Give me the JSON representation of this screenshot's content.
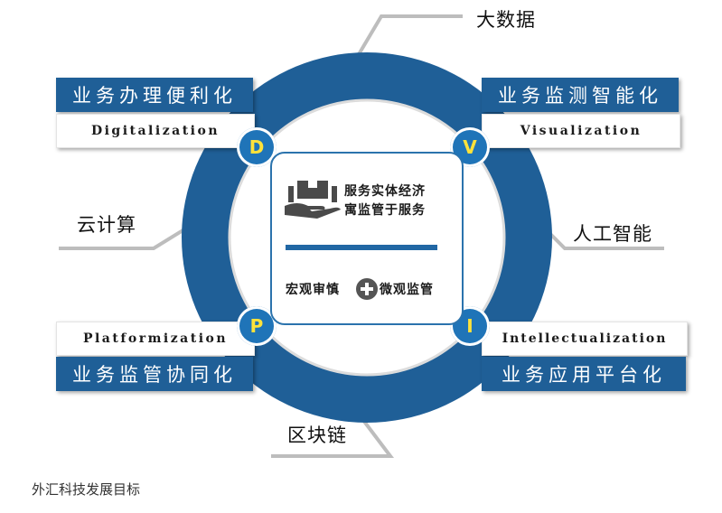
{
  "center": {
    "line1": "服务实体经济",
    "line2": "寓监管于服务",
    "macro": "宏观审慎",
    "micro": "微观监管"
  },
  "goals": [
    {
      "key": "d",
      "letter": "D",
      "cn": "业务办理便利化",
      "en": "Digitalization"
    },
    {
      "key": "v",
      "letter": "V",
      "cn": "业务监测智能化",
      "en": "Visualization"
    },
    {
      "key": "p",
      "letter": "P",
      "cn": "业务监管协同化",
      "en": "Platformization"
    },
    {
      "key": "i",
      "letter": "I",
      "cn": "业务应用平台化",
      "en": "Intellectualization"
    }
  ],
  "technologies": {
    "big_data": "大数据",
    "cloud": "云计算",
    "ai": "人工智能",
    "blockchain": "区块链"
  },
  "caption": "外汇科技发展目标",
  "colors": {
    "ring": "#1f5f97",
    "badge": "#1f74b8",
    "badge_letter": "#ffe23a",
    "box_blue": "#1f5f97"
  },
  "icons": {
    "center": "hand-holding-box-icon",
    "plus": "plus-circle-icon"
  }
}
